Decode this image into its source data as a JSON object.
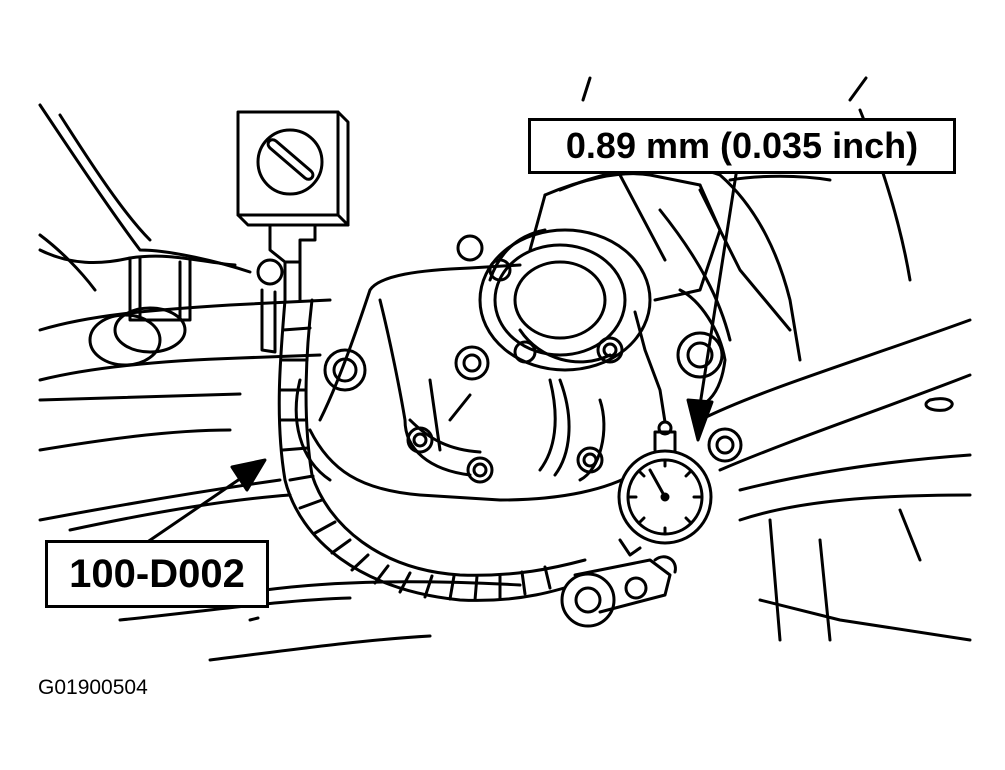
{
  "callouts": {
    "measurement": "0.89 mm (0.035 inch)",
    "tool_number": "100-D002"
  },
  "figure_id": "G01900504",
  "colors": {
    "line": "#000000",
    "background": "#ffffff"
  },
  "icons": [
    "dial-indicator-icon",
    "magnetic-base-icon",
    "leader-arrow-icon"
  ]
}
